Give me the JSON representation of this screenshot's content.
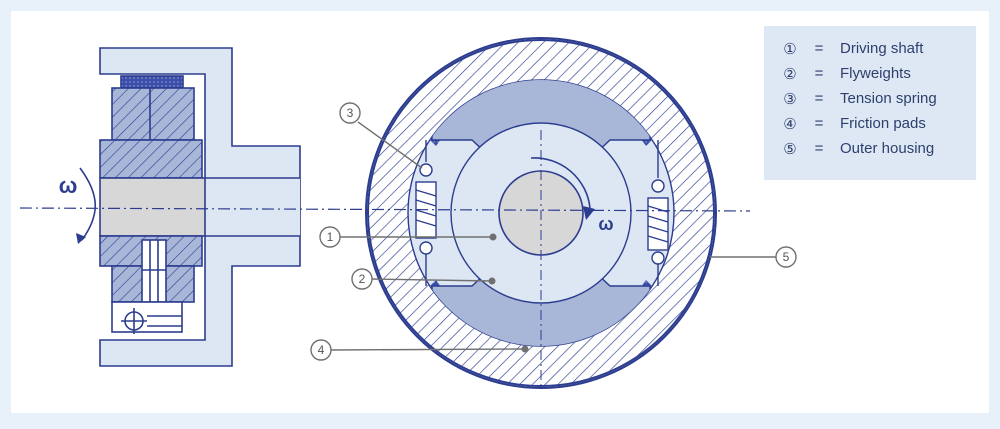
{
  "callouts": [
    "1",
    "2",
    "3",
    "4",
    "5"
  ],
  "omega": "ω",
  "legend": [
    {
      "num": "①",
      "eq": "=",
      "label": "Driving shaft"
    },
    {
      "num": "②",
      "eq": "=",
      "label": "Flyweights"
    },
    {
      "num": "③",
      "eq": "=",
      "label": "Tension spring"
    },
    {
      "num": "④",
      "eq": "=",
      "label": "Friction pads"
    },
    {
      "num": "⑤",
      "eq": "=",
      "label": "Outer housing"
    }
  ],
  "colors": {
    "background": "#e8f0fa",
    "panel": "#ffffff",
    "outline": "#2c3d8f",
    "housing_fill": "#ffffff",
    "flyweight": "#a8b6d8",
    "hub": "#dde6f3",
    "shaft": "#d7d7d7",
    "pad": "#3b4fa8",
    "callout": "#707070"
  }
}
